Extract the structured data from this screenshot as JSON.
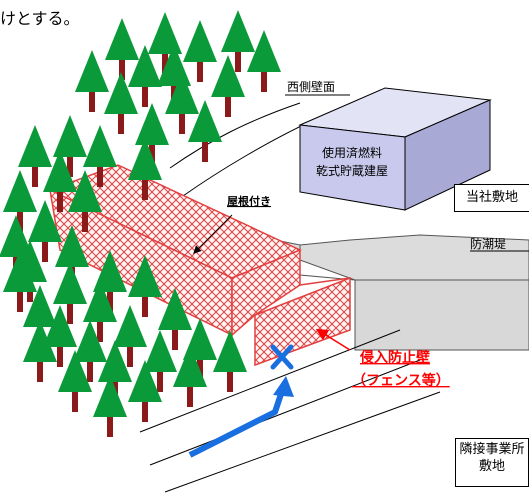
{
  "header_text": "けとする。",
  "labels": {
    "west_wall": "西側壁面",
    "storage_building_line1": "使用済燃料",
    "storage_building_line2": "乾式貯蔵建屋",
    "company_site": "当社敷地",
    "roof": "屋根付き",
    "seawall": "防潮堤",
    "intrusion_wall_line1": "侵入防止壁",
    "intrusion_wall_line2": "（フェンス等）",
    "neighbor_site_line1": "隣接事業所",
    "neighbor_site_line2": "敷地"
  },
  "colors": {
    "tree": "#0a9a3a",
    "trunk": "#8b1a1a",
    "building_fill": "#c9c9ee",
    "hatch": "#e34040",
    "seawall_fill": "#dcdcdc",
    "arrow": "#1a6fe0",
    "accent_red": "#ff0000"
  }
}
